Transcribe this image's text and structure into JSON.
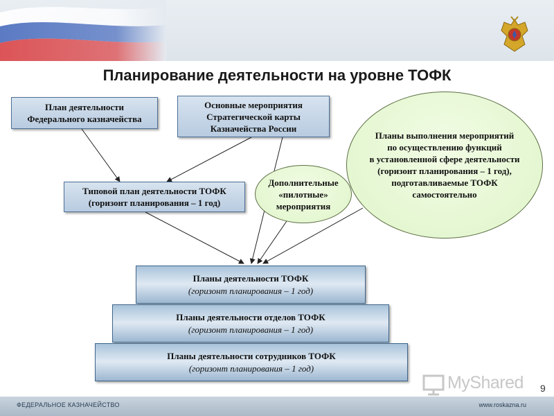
{
  "title": "Планирование деятельности на уровне ТОФК",
  "boxes": {
    "plan_fk": [
      "План деятельности",
      "Федерального казначейства"
    ],
    "strategic": [
      "Основные мероприятия",
      "Стратегической карты",
      "Казначейства России"
    ],
    "typical": [
      "Типовой план деятельности ТОФК",
      "(горизонт планирования – 1 год)"
    ]
  },
  "ellipses": {
    "pilot": [
      "Дополнительные",
      "«пилотные»",
      "мероприятия"
    ],
    "functions": [
      "Планы выполнения мероприятий",
      "по осуществлению функций",
      "в установленной сфере деятельности",
      "(горизонт планирования – 1 год),",
      "подготавливаемые ТОФК",
      "самостоятельно"
    ]
  },
  "tiers": [
    {
      "title": "Планы деятельности ТОФК",
      "subtitle": "(горизонт планирования – 1 год)"
    },
    {
      "title": "Планы деятельности отделов ТОФК",
      "subtitle": "(горизонт планирования – 1 год)"
    },
    {
      "title": "Планы деятельности сотрудников ТОФК",
      "subtitle": "(горизонт планирования – 1 год)"
    }
  ],
  "watermark": "MyShared",
  "page_number": "9",
  "footer": {
    "left": "ФЕДЕРАЛЬНОЕ КАЗНАЧЕЙСТВО",
    "right": "www.roskazna.ru"
  },
  "icons": [
    "flag-decoration",
    "emblem-icon",
    "presentation-icon"
  ],
  "colors": {
    "box_blue": "#c7d7e8",
    "ellipse_green": "#e4f7d2",
    "border": "#4c6f96"
  }
}
